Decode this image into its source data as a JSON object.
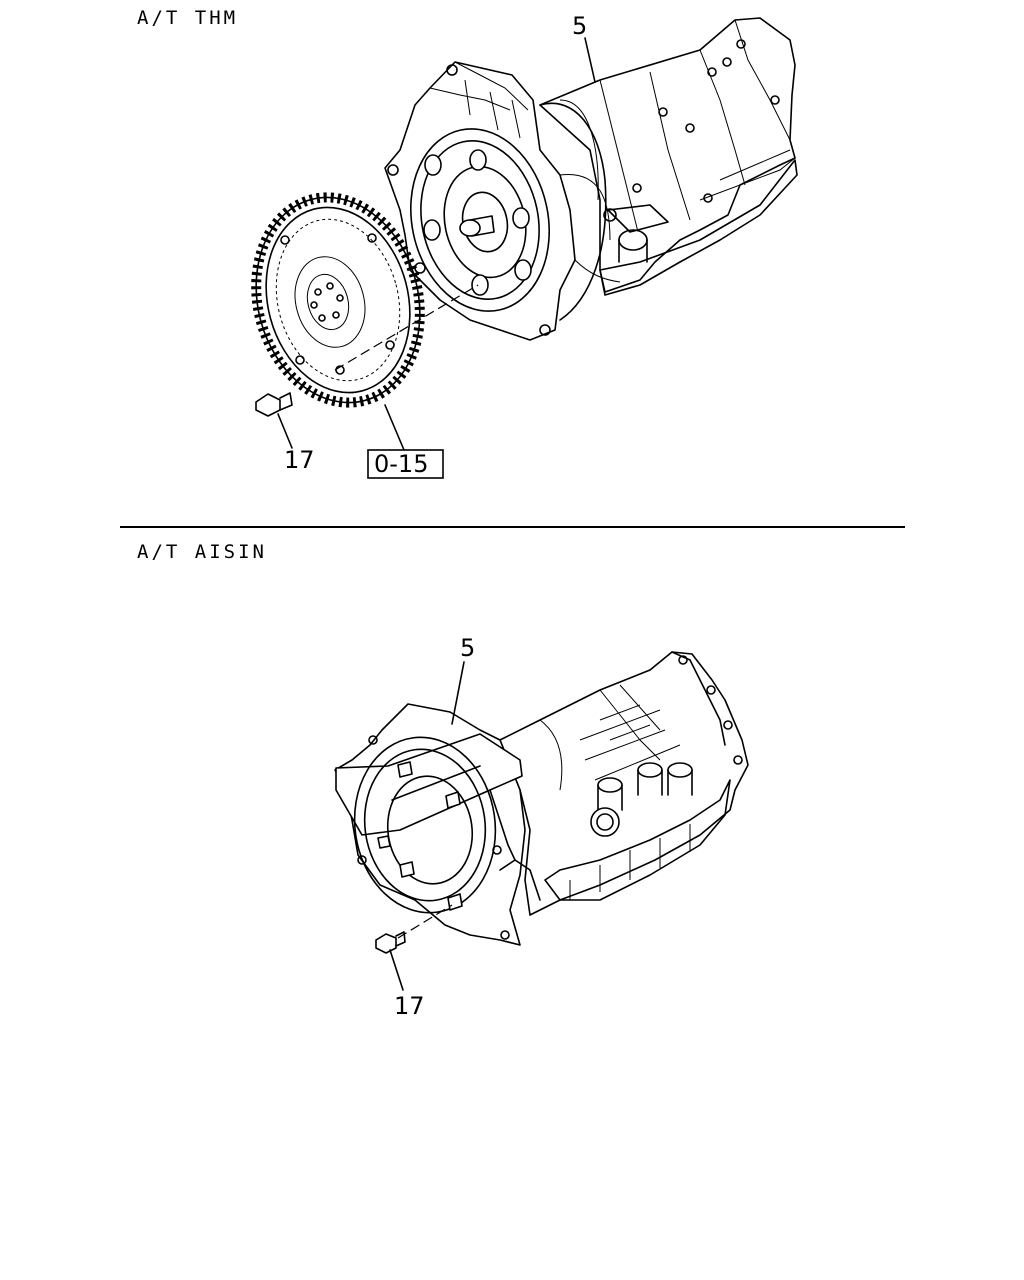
{
  "sections": [
    {
      "title": "A/T THM"
    },
    {
      "title": "A/T AISIN"
    }
  ],
  "callouts": {
    "thm_transmission": "5",
    "thm_bolt": "17",
    "thm_flexplate_ref": "0-15",
    "aisin_transmission": "5",
    "aisin_bolt": "17"
  }
}
